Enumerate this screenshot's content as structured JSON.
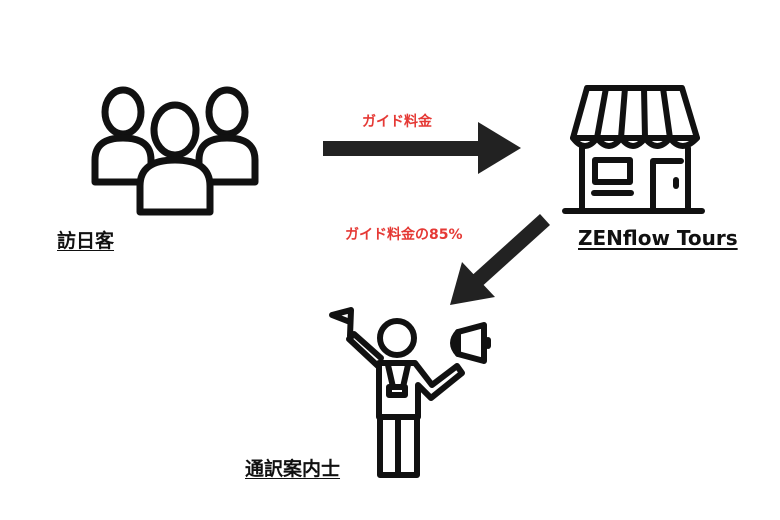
{
  "nodes": {
    "visitors": {
      "label": "訪日客",
      "icon": "group-of-people-icon"
    },
    "company": {
      "label": "ZENflow Tours",
      "icon": "storefront-icon"
    },
    "guide": {
      "label": "通訳案内士",
      "icon": "tour-guide-megaphone-icon"
    }
  },
  "flows": [
    {
      "from": "訪日客",
      "to": "ZENflow Tours",
      "label": "ガイド料金"
    },
    {
      "from": "ZENflow Tours",
      "to": "通訳案内士",
      "label": "ガイド料金の85%"
    }
  ],
  "colors": {
    "accent": "#e53935",
    "stroke": "#111111",
    "arrow": "#222222"
  }
}
